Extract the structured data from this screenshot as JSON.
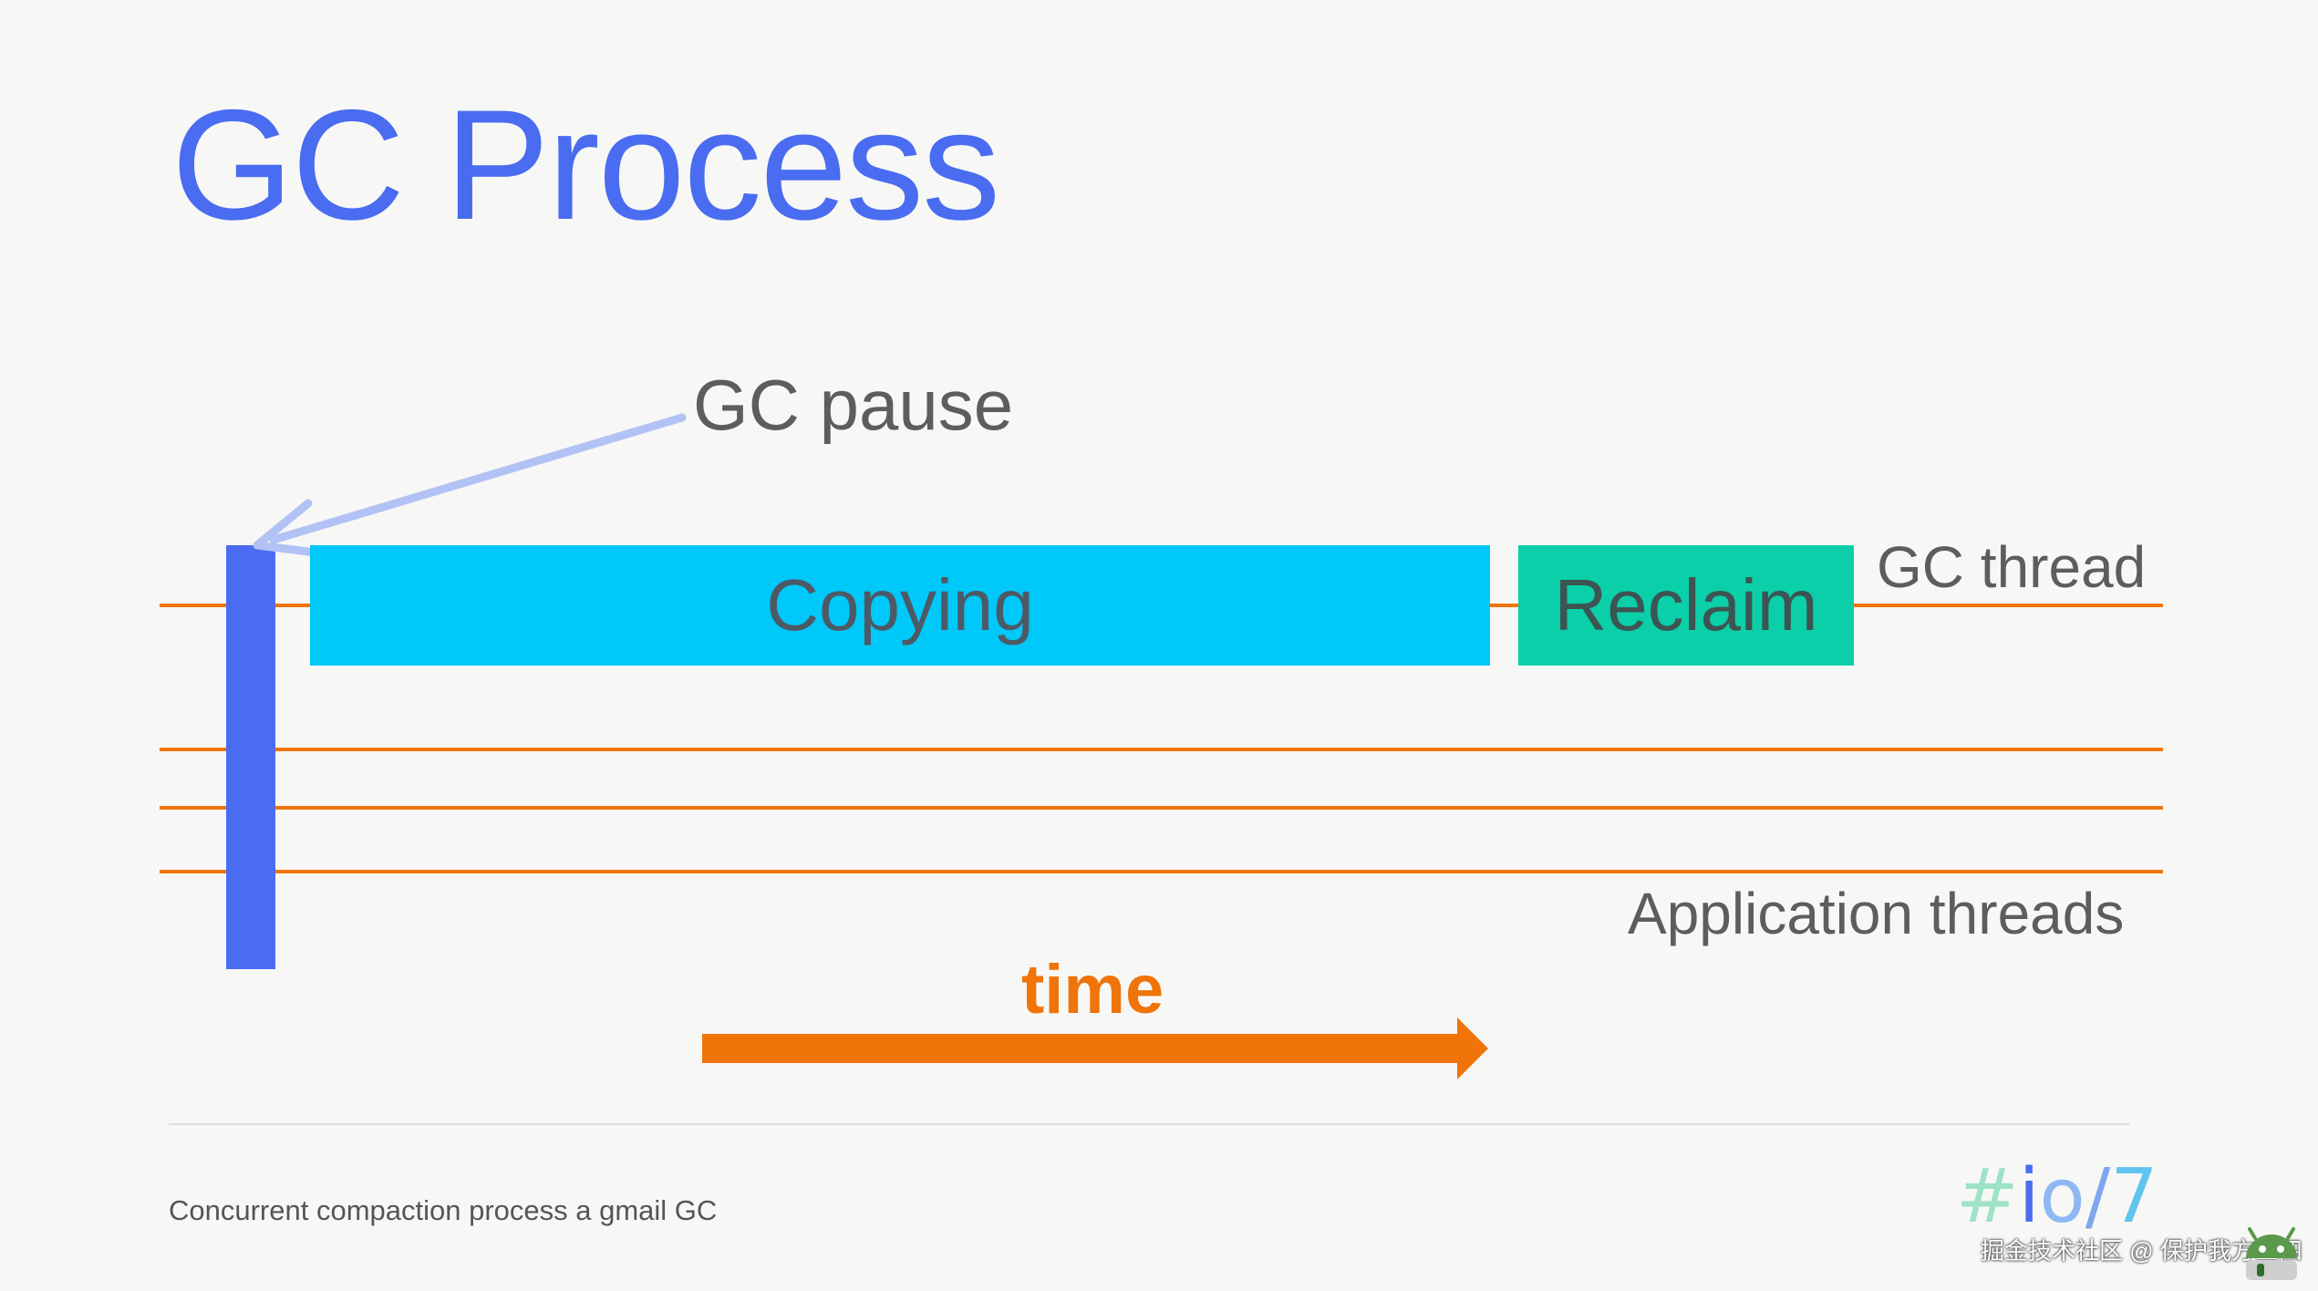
{
  "slide": {
    "title": "GC Process",
    "footer_caption": "Concurrent compaction process a gmail GC",
    "logo": {
      "hash": "#",
      "i": "i",
      "o": "o",
      "bar": "/",
      "seven": "7"
    },
    "watermark": "掘金技术社区 @ 保护我方三四"
  },
  "diagram": {
    "pause_label": "GC pause",
    "gc_thread_label": "GC thread",
    "app_threads_label": "Application threads",
    "time_label": "time",
    "phases": [
      {
        "label": "Copying",
        "color": "#00c8f8"
      },
      {
        "label": "Reclaim",
        "color": "#0bcfa8"
      }
    ],
    "colors": {
      "thread_line": "#f07409",
      "pause_bar": "#4a6cf0",
      "pause_arrow": "#b3c2f5",
      "time_arrow": "#f07409",
      "title": "#4a6cf0"
    },
    "icons": [
      "android-icon"
    ]
  }
}
